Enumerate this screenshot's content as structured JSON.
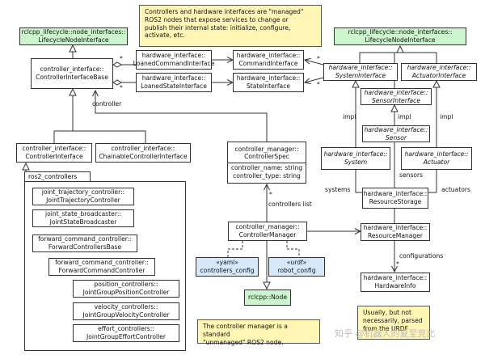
{
  "notes": {
    "managed": [
      "Controllers and hardware interfaces are \"managed\"",
      "ROS2 nodes that expose services to change or",
      "publish their internal state: initialize, configure,",
      "activate, etc."
    ],
    "unmanaged": [
      "The controller manager is a standard",
      "\"unmanaged\" ROS2 node."
    ],
    "urdf": [
      "Usually, but not",
      "necessarily, parsed",
      "from the URDF"
    ]
  },
  "boxes": {
    "lifecycle_left": [
      "rclcpp_lifecycle::node_interfaces::",
      "LifecycleNodeInterface"
    ],
    "lifecycle_right": [
      "rclcpp_lifecycle::node_interfaces::",
      "LifecycleNodeInterface"
    ],
    "controller_interface_base": [
      "controller_interface::",
      "ControllerInterfaceBase"
    ],
    "loaned_command": [
      "hardware_interface::",
      "LoanedCommandInterface"
    ],
    "command_interface": [
      "hardware_interface::",
      "CommandInterface"
    ],
    "loaned_state": [
      "hardware_interface::",
      "LoanedStateInterface"
    ],
    "state_interface": [
      "hardware_interface::",
      "StateInterface"
    ],
    "system_interface": [
      "hardware_interface::",
      "SystemInterface"
    ],
    "actuator_interface": [
      "hardware_interface::",
      "ActuatorInterface"
    ],
    "sensor_interface": [
      "hardware_interface::",
      "SensorInterface"
    ],
    "sensor": [
      "hardware_interface::",
      "Sensor"
    ],
    "system": [
      "hardware_interface::",
      "System"
    ],
    "actuator": [
      "hardware_interface::",
      "Actuator"
    ],
    "controller_interface": [
      "controller_interface::",
      "ControllerInterface"
    ],
    "chainable_controller_interface": [
      "controller_interface::",
      "ChainableControllerInterface"
    ],
    "controller_spec": [
      "controller_manager::",
      "ControllerSpec"
    ],
    "controller_spec_attrs": [
      "controller_name: string",
      "controller_type: string"
    ],
    "resource_storage": [
      "hardware_interface::",
      "ResourceStorage"
    ],
    "joint_trajectory": [
      "joint_trajectory_controller::",
      "JointTrajectoryController"
    ],
    "joint_state": [
      "joint_state_broadcaster::",
      "JointStateBroadcaster"
    ],
    "forward_base": [
      "forward_command_controller::",
      "ForwardControllersBase"
    ],
    "forward_command": [
      "forward_command_controller::",
      "ForwardCommandController"
    ],
    "position": [
      "position_controllers::",
      "JointGroupPositionController"
    ],
    "velocity": [
      "velocity_controllers::",
      "JointGroupVelocityController"
    ],
    "effort": [
      "effort_controllers::",
      "JointGroupEffortController"
    ],
    "controller_manager": [
      "controller_manager::",
      "ControllerManager"
    ],
    "resource_manager": [
      "hardware_interface::",
      "ResourceManager"
    ],
    "controllers_config": [
      "«yaml»",
      "controllers_config"
    ],
    "robot_config": [
      "«urdf»",
      "robot_config"
    ],
    "hardware_info": [
      "hardware_interface::",
      "HardwareInfo"
    ],
    "rclcpp_node": [
      "rclcpp::Node"
    ]
  },
  "package": "ros2_controllers",
  "labels": {
    "controller": "controller",
    "impl_left": "impl",
    "impl_mid": "impl",
    "impl_right": "impl",
    "systems": "systems",
    "sensors": "sensors",
    "actuators": "actuators",
    "controllers_list": "controllers list",
    "configurations": "configurations",
    "star": "*"
  },
  "watermark": "知乎 @机器人的夏至竞比"
}
